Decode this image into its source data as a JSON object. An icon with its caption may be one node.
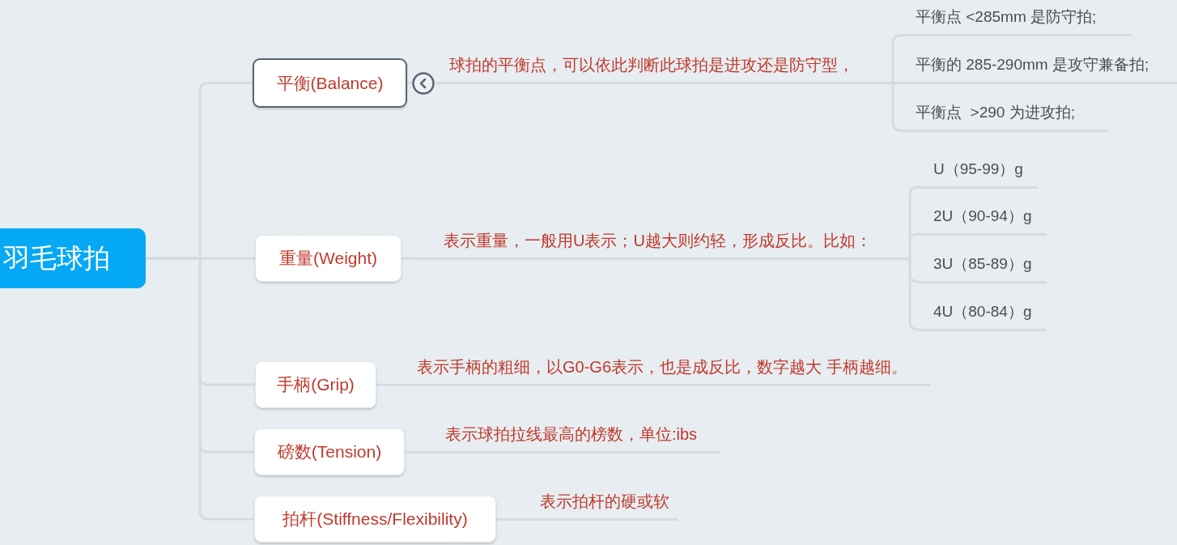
{
  "diagram": {
    "nodes": [
      {
        "text": [
          "羽毛球拍"
        ]
      },
      {
        "text": [
          "平衡(Balance)"
        ]
      },
      {
        "text": [
          "球拍的平衡点，可以依此判断此球拍是进攻还是防守型，"
        ]
      },
      {
        "text": [
          "平衡点 <285mm 是防守拍;"
        ]
      },
      {
        "text": [
          "平衡的 285-290mm 是攻守兼备拍;"
        ]
      },
      {
        "text": [
          "平衡点  >290 为进攻拍;"
        ]
      },
      {
        "text": [
          "重量(Weight)"
        ]
      },
      {
        "text": [
          "表示重量，一般用U表示；U越大则约轻，形成反比。比如："
        ]
      },
      {
        "text": [
          "U（95-99）g"
        ]
      },
      {
        "text": [
          "2U（90-94）g"
        ]
      },
      {
        "text": [
          "3U（85-89）g"
        ]
      },
      {
        "text": [
          "4U（80-84）g"
        ]
      },
      {
        "text": [
          "手柄(Grip)"
        ]
      },
      {
        "text": [
          "表示手柄的粗细，以G0-G6表示，也是成反比，数字越大 手柄越细。"
        ]
      },
      {
        "text": [
          "磅数(Tension)"
        ]
      },
      {
        "text": [
          "表示球拍拉线最高的榜数，单位:ibs"
        ]
      },
      {
        "text": [
          "拍杆(Stiffness/Flexibility)"
        ]
      },
      {
        "text": [
          "表示拍杆的硬或软"
        ]
      }
    ],
    "edges": [
      {
        "from": 0,
        "to": 1,
        "arrow": "none"
      },
      {
        "from": 1,
        "to": 2,
        "arrow": "none"
      },
      {
        "from": 2,
        "to": 3,
        "arrow": "none"
      },
      {
        "from": 2,
        "to": 4,
        "arrow": "none"
      },
      {
        "from": 2,
        "to": 5,
        "arrow": "none"
      },
      {
        "from": 0,
        "to": 6,
        "arrow": "none"
      },
      {
        "from": 6,
        "to": 7,
        "arrow": "none"
      },
      {
        "from": 7,
        "to": 8,
        "arrow": "none"
      },
      {
        "from": 7,
        "to": 9,
        "arrow": "none"
      },
      {
        "from": 7,
        "to": 10,
        "arrow": "none"
      },
      {
        "from": 7,
        "to": 11,
        "arrow": "none"
      },
      {
        "from": 0,
        "to": 12,
        "arrow": "none"
      },
      {
        "from": 12,
        "to": 13,
        "arrow": "none"
      },
      {
        "from": 0,
        "to": 14,
        "arrow": "none"
      },
      {
        "from": 14,
        "to": 15,
        "arrow": "none"
      },
      {
        "from": 0,
        "to": 16,
        "arrow": "none"
      },
      {
        "from": 16,
        "to": 17,
        "arrow": "none"
      }
    ]
  }
}
